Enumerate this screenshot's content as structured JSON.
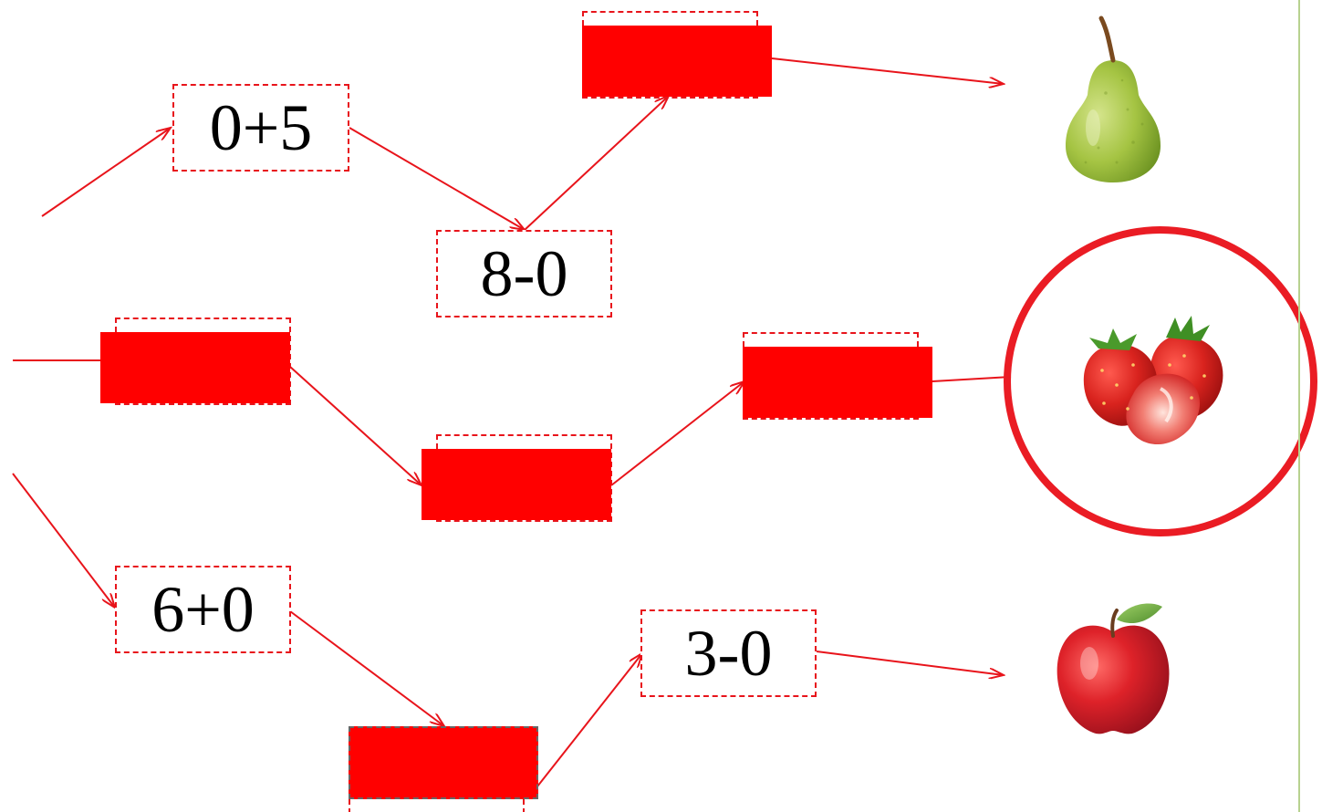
{
  "diagram": {
    "expressions": [
      {
        "id": "top-left",
        "text": "0+5"
      },
      {
        "id": "top-middle",
        "text": "8-0"
      },
      {
        "id": "bottom-left",
        "text": "6+0"
      },
      {
        "id": "bottom-right",
        "text": "3-0"
      }
    ],
    "fruits": [
      "pear-icon",
      "strawberry-icon",
      "apple-icon"
    ],
    "colors": {
      "accent": "#e8141b",
      "mask": "#ff0000",
      "divider": "#b8d28f"
    }
  }
}
